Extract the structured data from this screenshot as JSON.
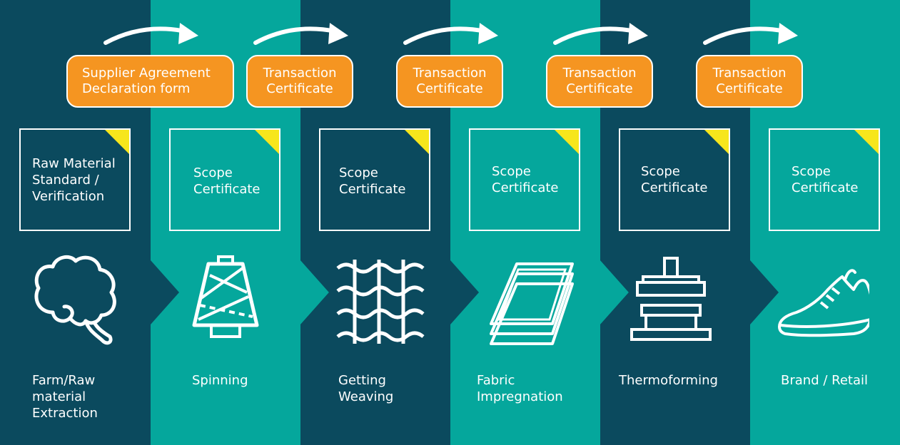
{
  "colors": {
    "dark_band": "#0b4a5e",
    "teal_band": "#05a79c",
    "pill_orange": "#f59521",
    "corner_yellow": "#f7e61c",
    "line_white": "#ffffff"
  },
  "certificates": [
    {
      "lines": [
        "Supplier Agreement",
        "Declaration form"
      ]
    },
    {
      "lines": [
        "Transaction",
        "Certificate"
      ]
    },
    {
      "lines": [
        "Transaction",
        "Certificate"
      ]
    },
    {
      "lines": [
        "Transaction",
        "Certificate"
      ]
    },
    {
      "lines": [
        "Transaction",
        "Certificate"
      ]
    }
  ],
  "standards": [
    {
      "lines": [
        "Raw Material",
        "Standard /",
        "Verification"
      ]
    },
    {
      "lines": [
        "Scope",
        "Certificate"
      ]
    },
    {
      "lines": [
        "Scope",
        "Certificate"
      ]
    },
    {
      "lines": [
        "Scope",
        "Certificate"
      ]
    },
    {
      "lines": [
        "Scope",
        "Certificate"
      ]
    },
    {
      "lines": [
        "Scope",
        "Certificate"
      ]
    }
  ],
  "stages": [
    {
      "lines": [
        "Farm/Raw",
        "material",
        "Extraction"
      ],
      "icon": "cotton-icon"
    },
    {
      "lines": [
        "Spinning"
      ],
      "icon": "yarn-cone-icon"
    },
    {
      "lines": [
        "Getting",
        "Weaving"
      ],
      "icon": "weave-icon"
    },
    {
      "lines": [
        "Fabric",
        "Impregnation"
      ],
      "icon": "fabric-layers-icon"
    },
    {
      "lines": [
        "Thermoforming"
      ],
      "icon": "press-machine-icon"
    },
    {
      "lines": [
        "Brand / Retail"
      ],
      "icon": "sneaker-icon"
    }
  ]
}
